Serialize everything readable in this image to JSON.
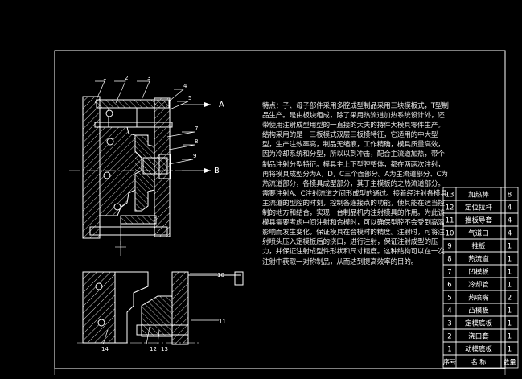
{
  "drawing": {
    "section_labels": [
      "A",
      "B"
    ],
    "balloons": [
      "1",
      "2",
      "3",
      "4",
      "5",
      "7",
      "8",
      "9",
      "10",
      "11",
      "12",
      "13",
      "14"
    ],
    "description": "特点：子、母子部件采用多腔成型制品采用三块模板式，T型制品生产。是由板块组成，除了采用热流道加热系统设计外，还带使用注射成型用型的一直接的大夫的持件大模具零件生产。结构采用的是一三板模式双层三板模特征，它适用的中大型型，生产注效率高，制品无缩痕，工作精确，模具质量高效，因为冷却系统和分型，所以以到冲击，配合主流道加热，带个制品注射分型特征。模具主上下型腔整体，都在两两次注射，再将模具成型分为A，D，C三个面部分。A为主流道部分、C为热流道部分，各模具成型部分，其于主模板的之热流道部分。需要注射A、C注射流道之间形成型的通过。接着经注射各模具主流道的型腔的时刻，控制各连接点的功能，使其能在适当控制的地方和结合，实现一台制品机内注射模具的作用。为此该模具需要考虑中间注射和合模时，可以确保型腔不会受到高温影响而发生变化，保证模具在合模时的精度。注射时，可将注射喷头压入定模板后的浇口，进行注射，保证注射成型的压力，并保证注射成型件形状和尺寸精度。这种结构可以在一次注射中获取一对称制品，从而达到提高效率的目的。"
  },
  "parts_table": {
    "rows": [
      {
        "no": "13",
        "name": "加热棒",
        "qty": "8"
      },
      {
        "no": "12",
        "name": "定位拉杆",
        "qty": "4"
      },
      {
        "no": "11",
        "name": "推板导套",
        "qty": "4"
      },
      {
        "no": "10",
        "name": "气道口",
        "qty": "4"
      },
      {
        "no": "9",
        "name": "推板",
        "qty": "1"
      },
      {
        "no": "8",
        "name": "热流道",
        "qty": "1"
      },
      {
        "no": "7",
        "name": "凹模板",
        "qty": "1"
      },
      {
        "no": "6",
        "name": "冷却管",
        "qty": "1"
      },
      {
        "no": "5",
        "name": "热喷嘴",
        "qty": "2"
      },
      {
        "no": "4",
        "name": "凸模板",
        "qty": "1"
      },
      {
        "no": "3",
        "name": "定模底板",
        "qty": "1"
      },
      {
        "no": "2",
        "name": "浇口套",
        "qty": "1"
      },
      {
        "no": "1",
        "name": "动模底板",
        "qty": "1"
      }
    ],
    "header": {
      "no": "序号",
      "name": "名 称",
      "qty": "数量"
    }
  },
  "colors": {
    "background": "#000000",
    "line": "#ffffff",
    "hatch": "#d8d8d8"
  }
}
